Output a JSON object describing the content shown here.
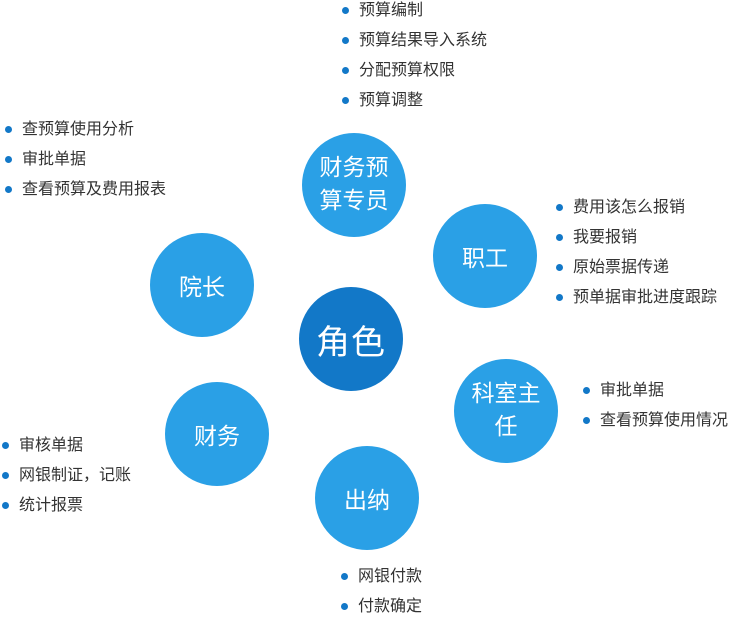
{
  "center": {
    "label": "角色"
  },
  "roles": {
    "budget_specialist": {
      "label_line1": "财务预",
      "label_line2": "算专员",
      "tasks": [
        "预算编制",
        "预算结果导入系统",
        "分配预算权限",
        "预算调整"
      ]
    },
    "dean": {
      "label": "院长",
      "tasks": [
        "查预算使用分析",
        "审批单据",
        "查看预算及费用报表"
      ]
    },
    "staff": {
      "label": "职工",
      "tasks": [
        "费用该怎么报销",
        "我要报销",
        "原始票据传递",
        "预单据审批进度跟踪"
      ]
    },
    "department_head": {
      "label_line1": "科室主",
      "label_line2": "任",
      "tasks": [
        "审批单据",
        "查看预算使用情况"
      ]
    },
    "finance": {
      "label": "财务",
      "tasks": [
        "审核单据",
        "网银制证，记账",
        "统计报票"
      ]
    },
    "cashier": {
      "label": "出纳",
      "tasks": [
        "网银付款",
        "付款确定"
      ]
    }
  },
  "colors": {
    "center_fill": "#1278c8",
    "role_fill": "#2aa0e6",
    "bullet": "#1278c8",
    "text": "#333333"
  }
}
